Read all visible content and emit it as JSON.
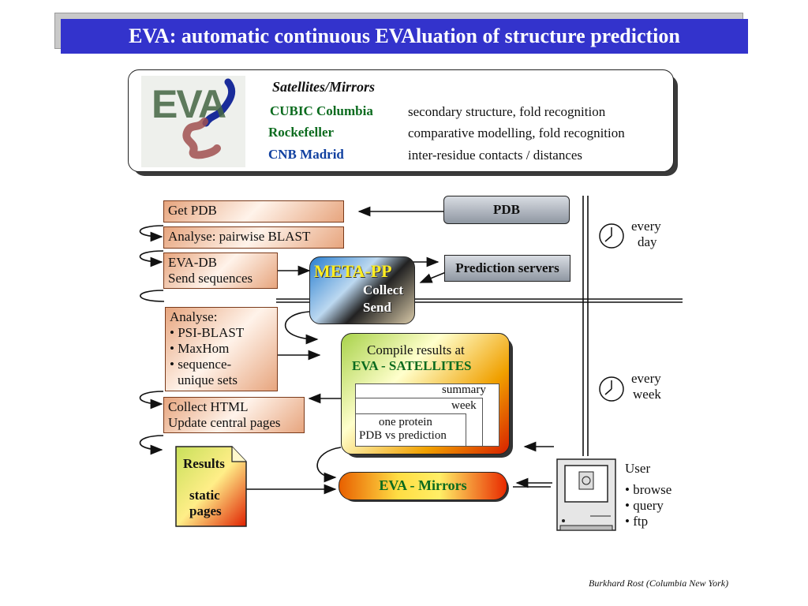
{
  "title": "EVA: automatic continuous  EVAluation of structure prediction",
  "logo": {
    "text": "EVA"
  },
  "satellites": {
    "heading": "Satellites/Mirrors",
    "items": [
      {
        "name": "CUBIC Columbia",
        "desc": "secondary structure, fold recognition"
      },
      {
        "name": "Rockefeller",
        "desc": "comparative modelling, fold recognition"
      },
      {
        "name": "CNB Madrid",
        "desc": "inter-residue contacts / distances"
      }
    ]
  },
  "pipeline": {
    "get_pdb": "Get PDB",
    "analyse_blast": "Analyse: pairwise BLAST",
    "evadb_line1": "EVA-DB",
    "evadb_line2": "Send sequences",
    "analyse_list": [
      "Analyse:",
      "• PSI-BLAST",
      "• MaxHom",
      "• sequence-",
      "unique sets"
    ],
    "collect_line1": "Collect HTML",
    "collect_line2": "Update central pages"
  },
  "pdb": "PDB",
  "prediction_servers": "Prediction servers",
  "meta_pp": {
    "title": "META-PP",
    "collect": "Collect",
    "send": "Send"
  },
  "compile": {
    "line1": "Compile results at",
    "line2": "EVA -  SATELLITES",
    "summary": "summary",
    "week": "week",
    "one_protein": "one protein",
    "pdb_vs": "PDB vs prediction"
  },
  "results": {
    "title": "Results",
    "line1": "static",
    "line2": "pages"
  },
  "eva_mirrors": "EVA - Mirrors",
  "schedule": {
    "day_1": "every",
    "day_2": "day",
    "week_1": "every",
    "week_2": "week"
  },
  "user": {
    "title": "User",
    "items": [
      "• browse",
      "• query",
      "• ftp"
    ]
  },
  "footer": "Burkhard Rost (Columbia New York)",
  "colors": {
    "title_bar": "#3333cc",
    "sat_names": "#0b6b1e",
    "meta_title": "#ffee22"
  }
}
